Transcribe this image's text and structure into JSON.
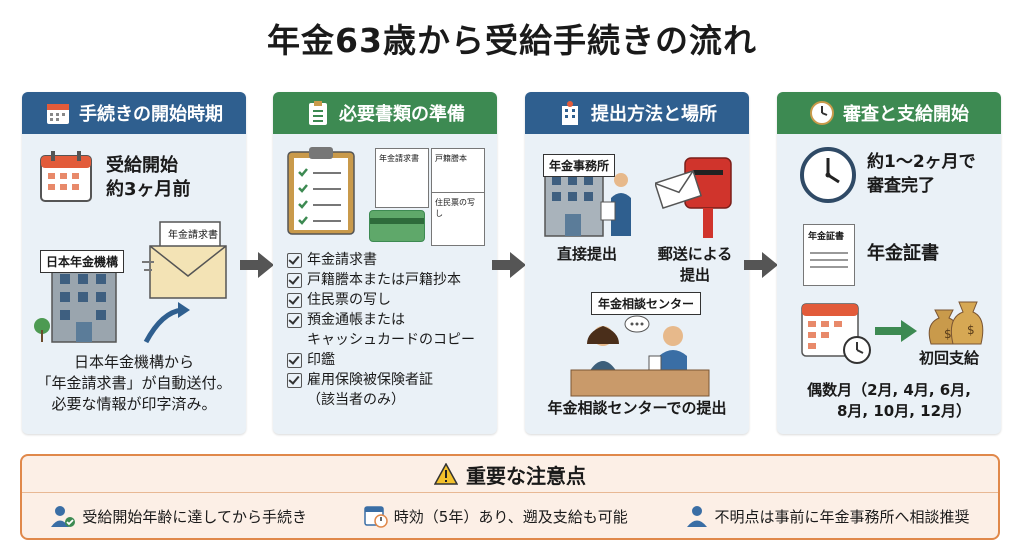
{
  "title": "年金63歳から受給手続きの流れ",
  "cards": [
    {
      "heading": "手続きの開始時期",
      "icon": "calendar-icon",
      "timing": [
        "受給開始",
        "約3ヶ月前"
      ],
      "building_sign": "日本年金機構",
      "envelope_label": "年金請求書",
      "desc": [
        "日本年金機構から",
        "「年金請求書」が自動送付。",
        "必要な情報が印字済み。"
      ]
    },
    {
      "heading": "必要書類の準備",
      "icon": "clipboard-icon",
      "doc_labels": [
        "年金請求書",
        "戸籍謄本",
        "住民票の写し"
      ],
      "items": [
        "年金請求書",
        "戸籍謄本または戸籍抄本",
        "住民票の写し",
        "預金通帳または\nキャッシュカードのコピー",
        "印鑑",
        "雇用保険被保険者証\n（該当者のみ）"
      ]
    },
    {
      "heading": "提出方法と場所",
      "icon": "building-icon",
      "office_sign": "年金事務所",
      "direct": "直接提出",
      "mail": [
        "郵送による",
        "提出"
      ],
      "consult_sign": "年金相談センター",
      "consult": "年金相談センターでの提出"
    },
    {
      "heading": "審査と支給開始",
      "icon": "clock-icon",
      "review": [
        "約1～2ヶ月で",
        "審査完了"
      ],
      "cert_label": "年金証書",
      "cert": "年金証書",
      "first_pay": "初回支給",
      "months": [
        "偶数月（2月, 4月, 6月,",
        "8月, 10月, 12月）"
      ]
    }
  ],
  "notice": {
    "heading": "重要な注意点",
    "items": [
      "受給開始年齢に達してから手続き",
      "時効（5年）あり、遡及支給も可能",
      "不明点は事前に年金事務所へ相談推奨"
    ]
  },
  "colors": {
    "blue": "#2f5f8f",
    "green": "#3d8a52",
    "orange": "#e0884a"
  }
}
